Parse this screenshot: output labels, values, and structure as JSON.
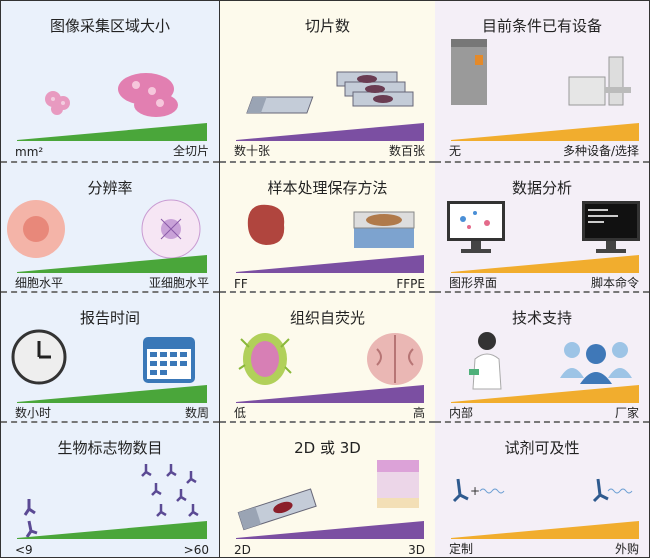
{
  "colors": {
    "col0": "#4aa63a",
    "col1": "#7b4fa2",
    "col2": "#f1ad2e"
  },
  "columns": [
    {
      "cells": [
        {
          "title": "图像采集区域大小",
          "left": "mm²",
          "right": "全切片",
          "icons": [
            "tissue-small-icon",
            "tissue-large-icon"
          ]
        },
        {
          "title": "分辨率",
          "left": "细胞水平",
          "right": "亚细胞水平",
          "icons": [
            "cell-icon",
            "subcellular-icon"
          ]
        },
        {
          "title": "报告时间",
          "left": "数小时",
          "right": "数周",
          "icons": [
            "clock-icon",
            "calendar-icon"
          ]
        },
        {
          "title": "生物标志物数目",
          "left": "<9",
          "right": ">60",
          "icons": [
            "few-antibodies-icon",
            "many-antibodies-icon"
          ]
        }
      ]
    },
    {
      "cells": [
        {
          "title": "切片数",
          "left": "数十张",
          "right": "数百张",
          "icons": [
            "single-slide-icon",
            "many-slides-icon"
          ]
        },
        {
          "title": "样本处理保存方法",
          "left": "FF",
          "right": "FFPE",
          "icons": [
            "frozen-tissue-icon",
            "paraffin-block-icon"
          ]
        },
        {
          "title": "组织自荧光",
          "left": "低",
          "right": "高",
          "icons": [
            "lymph-node-icon",
            "brain-icon"
          ]
        },
        {
          "title": "2D 或 3D",
          "left": "2D",
          "right": "3D",
          "icons": [
            "slide-2d-icon",
            "tissue-3d-icon"
          ]
        }
      ]
    },
    {
      "cells": [
        {
          "title": "目前条件已有设备",
          "left": "无",
          "right": "多种设备/选择",
          "icons": [
            "scanner-icon",
            "microscope-icon"
          ]
        },
        {
          "title": "数据分析",
          "left": "图形界面",
          "right": "脚本命令",
          "icons": [
            "gui-monitor-icon",
            "script-monitor-icon"
          ]
        },
        {
          "title": "技术支持",
          "left": "内部",
          "right": "厂家",
          "icons": [
            "scientist-icon",
            "vendor-team-icon"
          ]
        },
        {
          "title": "试剂可及性",
          "left": "定制",
          "right": "外购",
          "icons": [
            "custom-reagent-icon",
            "commercial-reagent-icon"
          ]
        }
      ]
    }
  ]
}
